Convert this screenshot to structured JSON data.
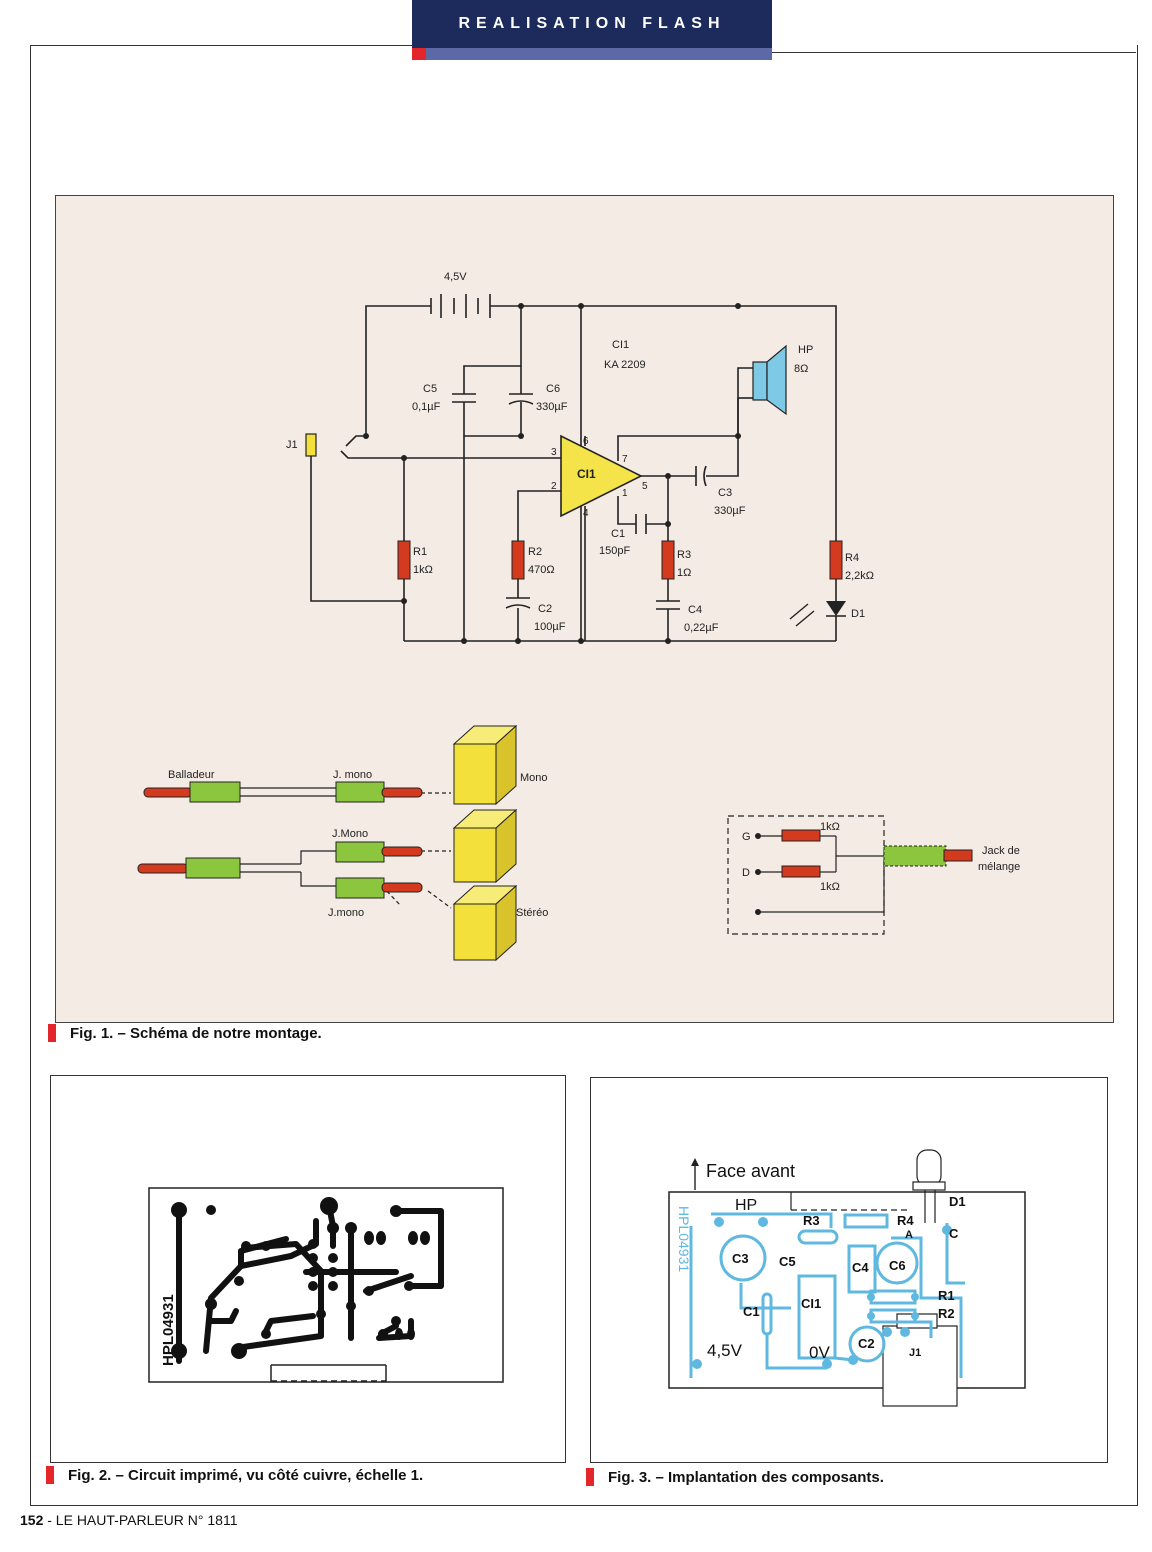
{
  "header": {
    "section": "REALISATION FLASH"
  },
  "fig1": {
    "caption": "Fig. 1. – Schéma de notre montage.",
    "battery": "4,5V",
    "ci1_name": "CI1",
    "ci1_ref": "KA 2209",
    "ci1_body": "CI1",
    "hp": "HP",
    "hp_ohm": "8Ω",
    "c5": "C5",
    "c5_val": "0,1µF",
    "c6": "C6",
    "c6_val": "330µF",
    "j1": "J1",
    "r1": "R1",
    "r1_val": "1kΩ",
    "r2": "R2",
    "r2_val": "470Ω",
    "c2": "C2",
    "c2_val": "100µF",
    "c1": "C1",
    "c1_val": "150pF",
    "c3": "C3",
    "c3_val": "330µF",
    "r3": "R3",
    "r3_val": "1Ω",
    "c4": "C4",
    "c4_val": "0,22µF",
    "r4": "R4",
    "r4_val": "2,2kΩ",
    "d1": "D1",
    "pin3": "3",
    "pin2": "2",
    "pin6": "6",
    "pin4": "4",
    "pin7": "7",
    "pin5": "5",
    "pin1": "1",
    "balladeur": "Balladeur",
    "jmono1": "J. mono",
    "mono": "Mono",
    "jmono2": "J.Mono",
    "jmono3": "J.mono",
    "stereo": "Stéréo",
    "mix_g": "G",
    "mix_d": "D",
    "mix_r1": "1kΩ",
    "mix_r2": "1kΩ",
    "jack_line1": "Jack de",
    "jack_line2": "mélange"
  },
  "fig2": {
    "caption": "Fig. 2. – Circuit imprimé, vu côté cuivre, échelle 1.",
    "pcb_ref": "HPL04931"
  },
  "fig3": {
    "caption": "Fig. 3. – Implantation des composants.",
    "face": "Face avant",
    "hp": "HP",
    "r3": "R3",
    "r4": "R4",
    "a": "A",
    "c": "C",
    "d1": "D1",
    "c3": "C3",
    "c5": "C5",
    "c4": "C4",
    "c6": "C6",
    "c1": "C1",
    "ci1": "CI1",
    "r1": "R1",
    "r2": "R2",
    "c2": "C2",
    "j1": "J1",
    "v45": "4,5V",
    "v0": "0V",
    "pcb_ref": "HPL04931"
  },
  "footer": {
    "page": "152",
    "mag": "- LE HAUT-PARLEUR N° 1811"
  },
  "colors": {
    "accent_red": "#e4262b",
    "header_blue": "#1d2a5c",
    "trace_blue": "#5fb8e0",
    "resistor_red": "#d43a1e",
    "amp_yellow": "#f5e34a",
    "cube_yellow": "#f3e03a",
    "plug_green": "#8cc63f"
  }
}
